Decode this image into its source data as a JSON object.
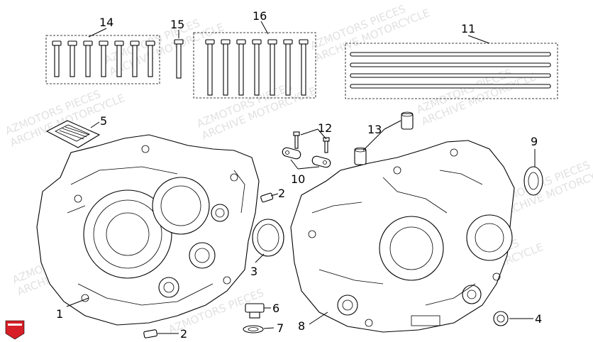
{
  "callouts": {
    "c1": "1",
    "c2a": "2",
    "c2b": "2",
    "c3": "3",
    "c4": "4",
    "c5": "5",
    "c6": "6",
    "c7": "7",
    "c8": "8",
    "c9": "9",
    "c10": "10",
    "c11": "11",
    "c12": "12",
    "c13": "13",
    "c14": "14",
    "c15": "15",
    "c16": "16"
  },
  "watermark": {
    "line1": "AZMOTORS PIECES",
    "line2": "ARCHIVE MOTORCYCLE"
  },
  "colors": {
    "ink": "#000000",
    "watermark": "#c9c9c9",
    "logo": "#d61f26"
  }
}
